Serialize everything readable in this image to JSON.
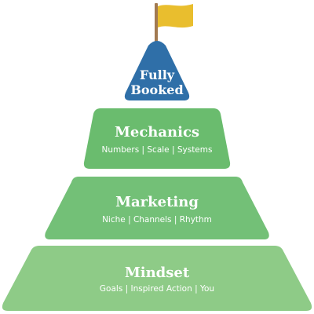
{
  "summit": {
    "line1": "Fully",
    "line2": "Booked",
    "color": "#2F6FA8",
    "flag_color": "#E9BE2E",
    "pole_color": "#A27A52"
  },
  "tiers": [
    {
      "title": "Mechanics",
      "subtitle": "Numbers | Scale | Systems",
      "color": "#6ABC6E"
    },
    {
      "title": "Marketing",
      "subtitle": "Niche | Channels | Rhythm",
      "color": "#73C077"
    },
    {
      "title": "Mindset",
      "subtitle": "Goals | Inspired Action | You",
      "color": "#8ECB87"
    }
  ]
}
